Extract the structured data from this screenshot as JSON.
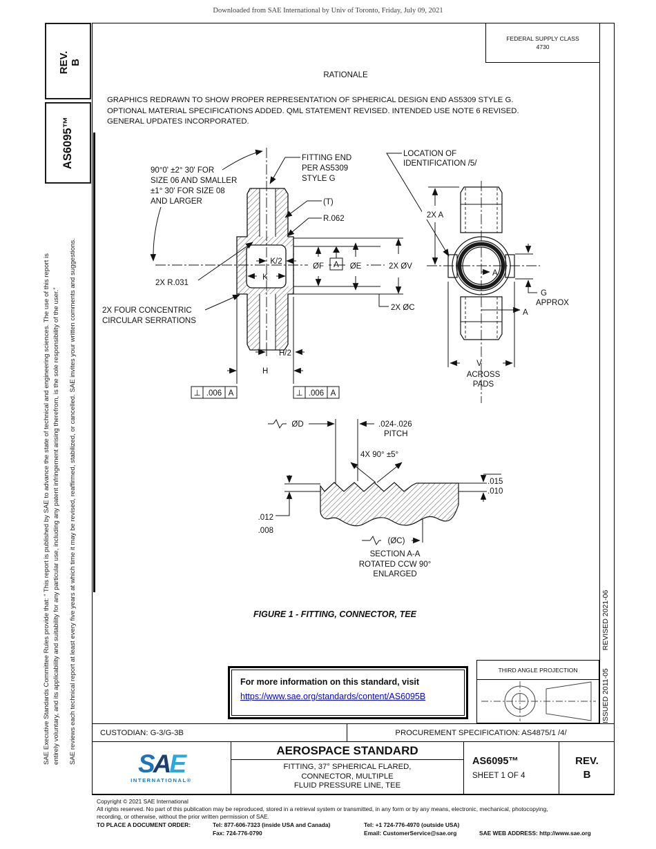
{
  "watermark": "Downloaded from SAE International by Univ of Toronto, Friday, July 09, 2021",
  "sidebar": {
    "rev_line1": "REV.",
    "rev_line2": "B",
    "doc_number": "AS6095™",
    "disclaimer_1": "SAE Executive Standards Committee Rules provide that: “ This report is published by SAE to advance the state of technical and engineering sciences. The use of this report is",
    "disclaimer_2": "entirely voluntary, and its applicability and suitability for any particular use, including any patent infringement arising therefrom, is the sole responsibility of the user.”",
    "disclaimer_3": "SAE reviews each technical report at least every five years at which time it may be revised, reaffirmed, stabilized, or cancelled. SAE invites your written comments and suggestions."
  },
  "header": {
    "fsc_label": "FEDERAL SUPPLY CLASS",
    "fsc_value": "4730",
    "rationale_title": "RATIONALE",
    "rationale_1": "GRAPHICS REDRAWN TO SHOW PROPER REPRESENTATION OF SPHERICAL DESIGN END AS5309 STYLE G.",
    "rationale_2": "OPTIONAL MATERIAL SPECIFICATIONS ADDED. QML STATEMENT REVISED. INTENDED USE NOTE 6 REVISED.",
    "rationale_3": "GENERAL UPDATES INCORPORATED."
  },
  "edge": {
    "issued": "ISSUED 2011-05",
    "revised": "REVISED 2021-06"
  },
  "figure": {
    "angle_note_1": "90°0' ±2° 30' FOR",
    "angle_note_2": "SIZE 06 AND SMALLER",
    "angle_note_3": "±1° 30' FOR SIZE 08",
    "angle_note_4": "AND LARGER",
    "fitting_end_1": "FITTING END",
    "fitting_end_2": "PER AS5309",
    "fitting_end_3": "STYLE G",
    "t_ref": "(T)",
    "r062": "R.062",
    "r031": "2X R.031",
    "serrations_1": "2X FOUR CONCENTRIC",
    "serrations_2": "CIRCULAR SERRATIONS",
    "location_1": "LOCATION OF",
    "location_2": "IDENTIFICATION /5/",
    "k_half": "K/2",
    "k": "K",
    "h_half": "H/2",
    "h": "H",
    "dia_f": "ØF",
    "dia_e": "ØE",
    "datum": "A",
    "v2": "2X ØV",
    "c2": "2X ØC",
    "a2": "2X A",
    "g": "G",
    "g_approx": "APPROX",
    "sec_a": "A",
    "v": "V",
    "across_1": "ACROSS",
    "across_2": "PADS",
    "fcf_perp": "⊥",
    "fcf_tol": ".006",
    "fcf_datum": "A",
    "dia_d": "ØD",
    "pitch_1": ".024-.026",
    "pitch_2": "PITCH",
    "angle_4x": "4X 90° ±5°",
    "tol_r1": ".015",
    "tol_r2": ".010",
    "tol_l1": ".012",
    "tol_l2": ".008",
    "dia_c_ref": "(ØC)",
    "section_1": "SECTION A-A",
    "section_2": "ROTATED CCW 90°",
    "section_3": "ENLARGED",
    "caption": "FIGURE 1 - FITTING, CONNECTOR, TEE"
  },
  "info_box": {
    "heading": "For more information on this standard, visit",
    "link": "https://www.sae.org/standards/content/AS6095B"
  },
  "projection": {
    "label": "THIRD ANGLE PROJECTION"
  },
  "custodian_row": {
    "custodian": "CUSTODIAN: G-3/G-3B",
    "procurement": "PROCUREMENT SPECIFICATION: AS4875/1 /4/"
  },
  "title_block": {
    "logo_s": "S",
    "logo_a": "A",
    "logo_e": "E",
    "logo_sub": "INTERNATIONAL®",
    "heading": "AEROSPACE STANDARD",
    "title_1": "FITTING, 37° SPHERICAL FLARED,",
    "title_2": "CONNECTOR, MULTIPLE",
    "title_3": "FLUID PRESSURE LINE, TEE",
    "doc_number": "AS6095™",
    "sheet": "SHEET 1 OF 4",
    "rev_label": "REV.",
    "rev_value": "B"
  },
  "footer": {
    "copyright": "Copyright © 2021 SAE International",
    "rights_1": "All rights reserved. No part of this publication may be reproduced, stored in a retrieval system or transmitted, in any form or by any means, electronic, mechanical, photocopying,",
    "rights_2": "recording, or otherwise, without the prior written permission of SAE.",
    "order_label": "TO PLACE A DOCUMENT ORDER:",
    "tel_inside": "Tel: 877-606-7323 (inside USA and Canada)",
    "tel_outside": "Tel: +1 724-776-4970 (outside USA)",
    "fax": "Fax: 724-776-0790",
    "email": "Email: CustomerService@sae.org",
    "web": "SAE WEB ADDRESS: http://www.sae.org"
  },
  "colors": {
    "link_blue": "#0000EE",
    "logo_light_blue": "#2AA9E0",
    "logo_dark_blue": "#1B3E70",
    "logo_mid_blue": "#1C75BB"
  }
}
